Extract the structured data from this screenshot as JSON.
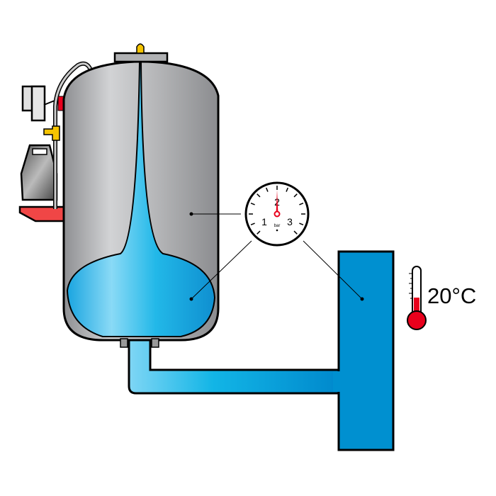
{
  "gauge": {
    "tick_labels": [
      "1",
      "2",
      "3"
    ],
    "unit": "bar",
    "pressure_bar": 2
  },
  "thermometer": {
    "reading": "20°C",
    "fill_fraction": 0.35
  },
  "colors": {
    "water": "#0090d0",
    "water_light": "#7fd6f5",
    "tank": "#b8b9bb",
    "pump_base": "#f04646",
    "needle": "#e8001c",
    "valve": "#f5c400"
  }
}
